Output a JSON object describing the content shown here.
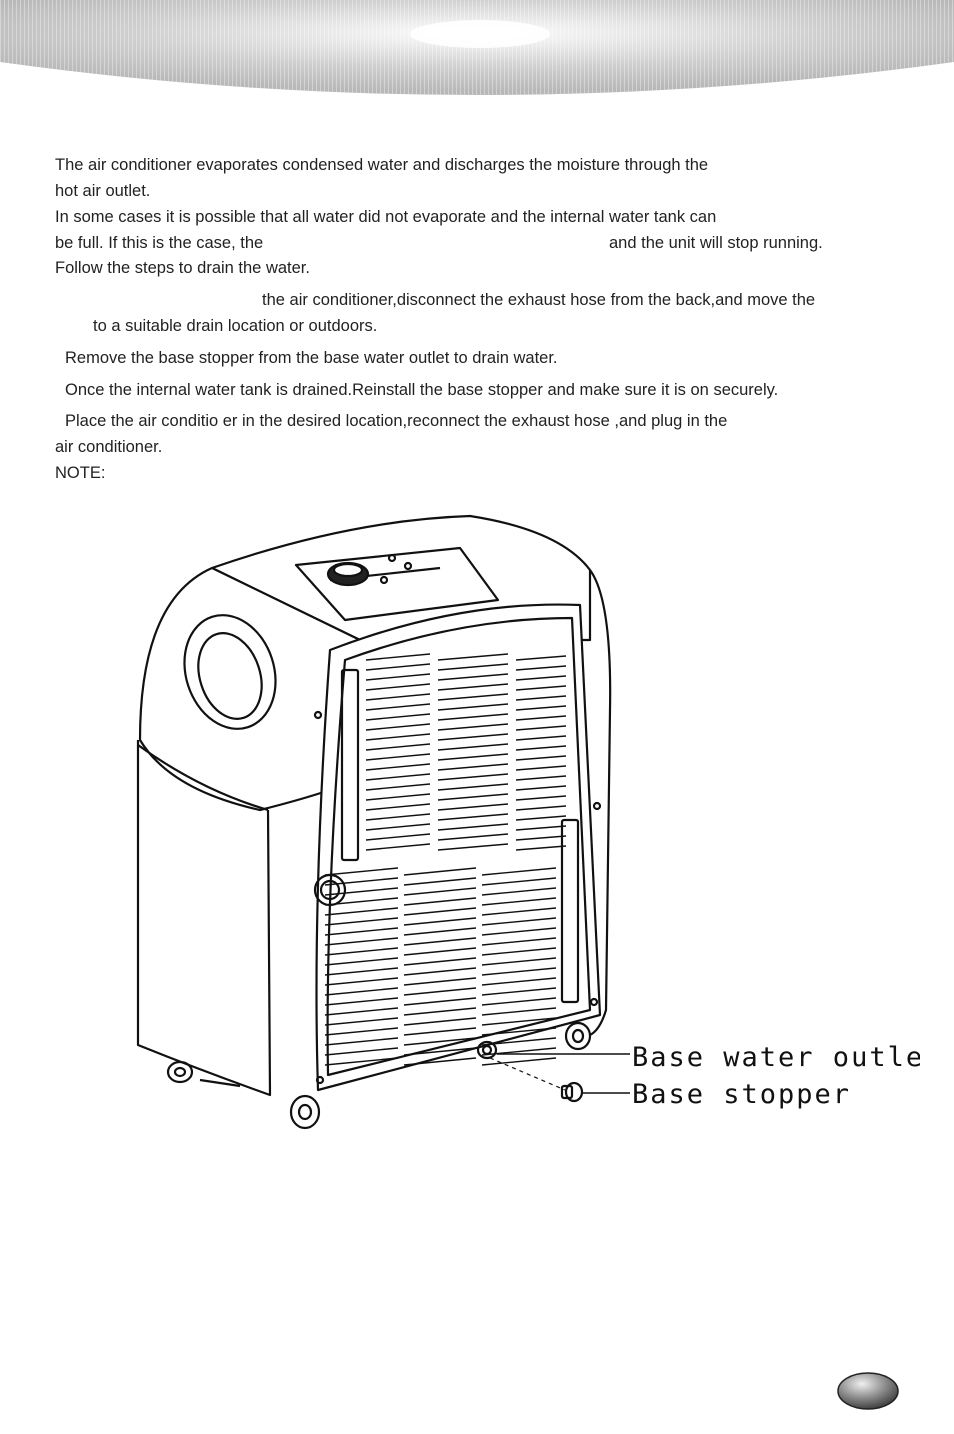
{
  "body": {
    "p1_line1": "The air conditioner evaporates condensed water and discharges the moisture through the",
    "p1_line2": "hot air outlet.",
    "p2_line1": "In some cases it is possible that all water did not evaporate and the internal water tank can",
    "p2_line2a": "be full.  If this is the case, the",
    "p2_line2b": "and the unit will stop running.",
    "p2_line3": "Follow the steps to drain the water."
  },
  "steps": {
    "s1_line1": "the air conditioner,disconnect the exhaust hose from the back,and move the",
    "s1_line2": "to a suitable drain location or outdoors.",
    "s2": "Remove the base stopper from the base water outlet to drain water.",
    "s3": "Once the internal water tank is drained.Reinstall the base stopper and make sure it is on securely.",
    "s4_line1": "Place the air conditio  er in the desired location,reconnect the exhaust hose ,and plug in the",
    "s4_line2": "air conditioner."
  },
  "note_label": "NOTE:",
  "figure": {
    "label_outlet": "Base water outlet",
    "label_stopper": "Base stopper"
  }
}
